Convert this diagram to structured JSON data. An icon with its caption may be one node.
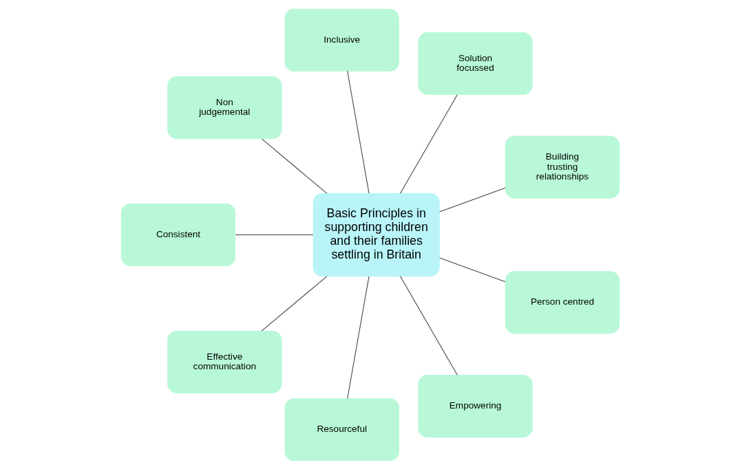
{
  "diagram": {
    "nodes": [
      {
        "text": [
          "Basic Principles in supporting children and their families settling in Britain"
        ]
      },
      {
        "text": [
          "Building trusting relationships"
        ]
      },
      {
        "text": [
          "Solution focussed"
        ]
      },
      {
        "text": [
          "Inclusive"
        ]
      },
      {
        "text": [
          "Non judgemental"
        ]
      },
      {
        "text": [
          "Consistent"
        ]
      },
      {
        "text": [
          "Effective communication"
        ]
      },
      {
        "text": [
          "Resourceful"
        ]
      },
      {
        "text": [
          "Empowering"
        ]
      },
      {
        "text": [
          "Person centred"
        ]
      }
    ],
    "edges": [
      {
        "from": 0,
        "to": 9,
        "arrow": "none"
      },
      {
        "from": 0,
        "to": 1,
        "arrow": "none"
      },
      {
        "from": 0,
        "to": 2,
        "arrow": "none"
      },
      {
        "from": 0,
        "to": 8,
        "arrow": "none"
      },
      {
        "from": 0,
        "to": 3,
        "arrow": "none"
      },
      {
        "from": 0,
        "to": 7,
        "arrow": "none"
      },
      {
        "from": 0,
        "to": 4,
        "arrow": "none"
      },
      {
        "from": 0,
        "to": 6,
        "arrow": "none"
      },
      {
        "from": 0,
        "to": 5,
        "arrow": "none"
      }
    ]
  }
}
